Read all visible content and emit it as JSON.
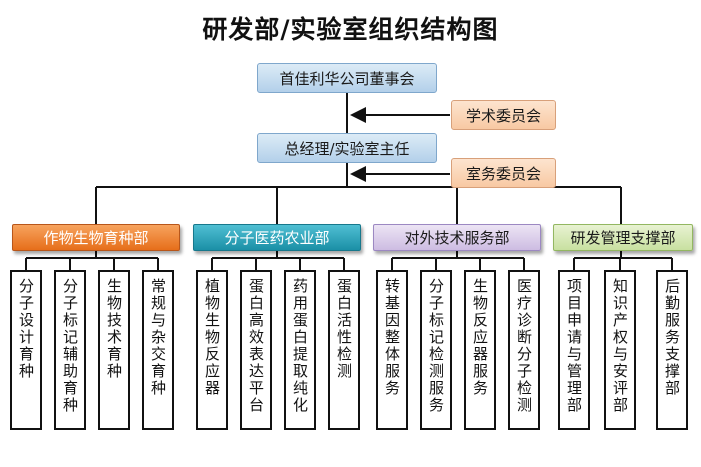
{
  "title": "研发部/实验室组织结构图",
  "board": "首佳利华公司董事会",
  "academic_committee": "学术委员会",
  "general_manager": "总经理/实验室主任",
  "affairs_committee": "室务委员会",
  "departments": [
    {
      "name": "作物生物育种部",
      "units": [
        "分子设计育种",
        "分子标记辅助育种",
        "生物技术育种",
        "常规与杂交育种"
      ]
    },
    {
      "name": "分子医药农业部",
      "units": [
        "植物生物反应器",
        "蛋白高效表达平台",
        "药用蛋白提取纯化",
        "蛋白活性检测"
      ]
    },
    {
      "name": "对外技术服务部",
      "units": [
        "转基因整体服务",
        "分子标记检测服务",
        "生物反应器服务",
        "医疗诊断分子检测"
      ]
    },
    {
      "name": "研发管理支撑部",
      "units": [
        "项目申请与管理部",
        "知识产权与安评部",
        "后勤服务支撑部"
      ]
    }
  ]
}
